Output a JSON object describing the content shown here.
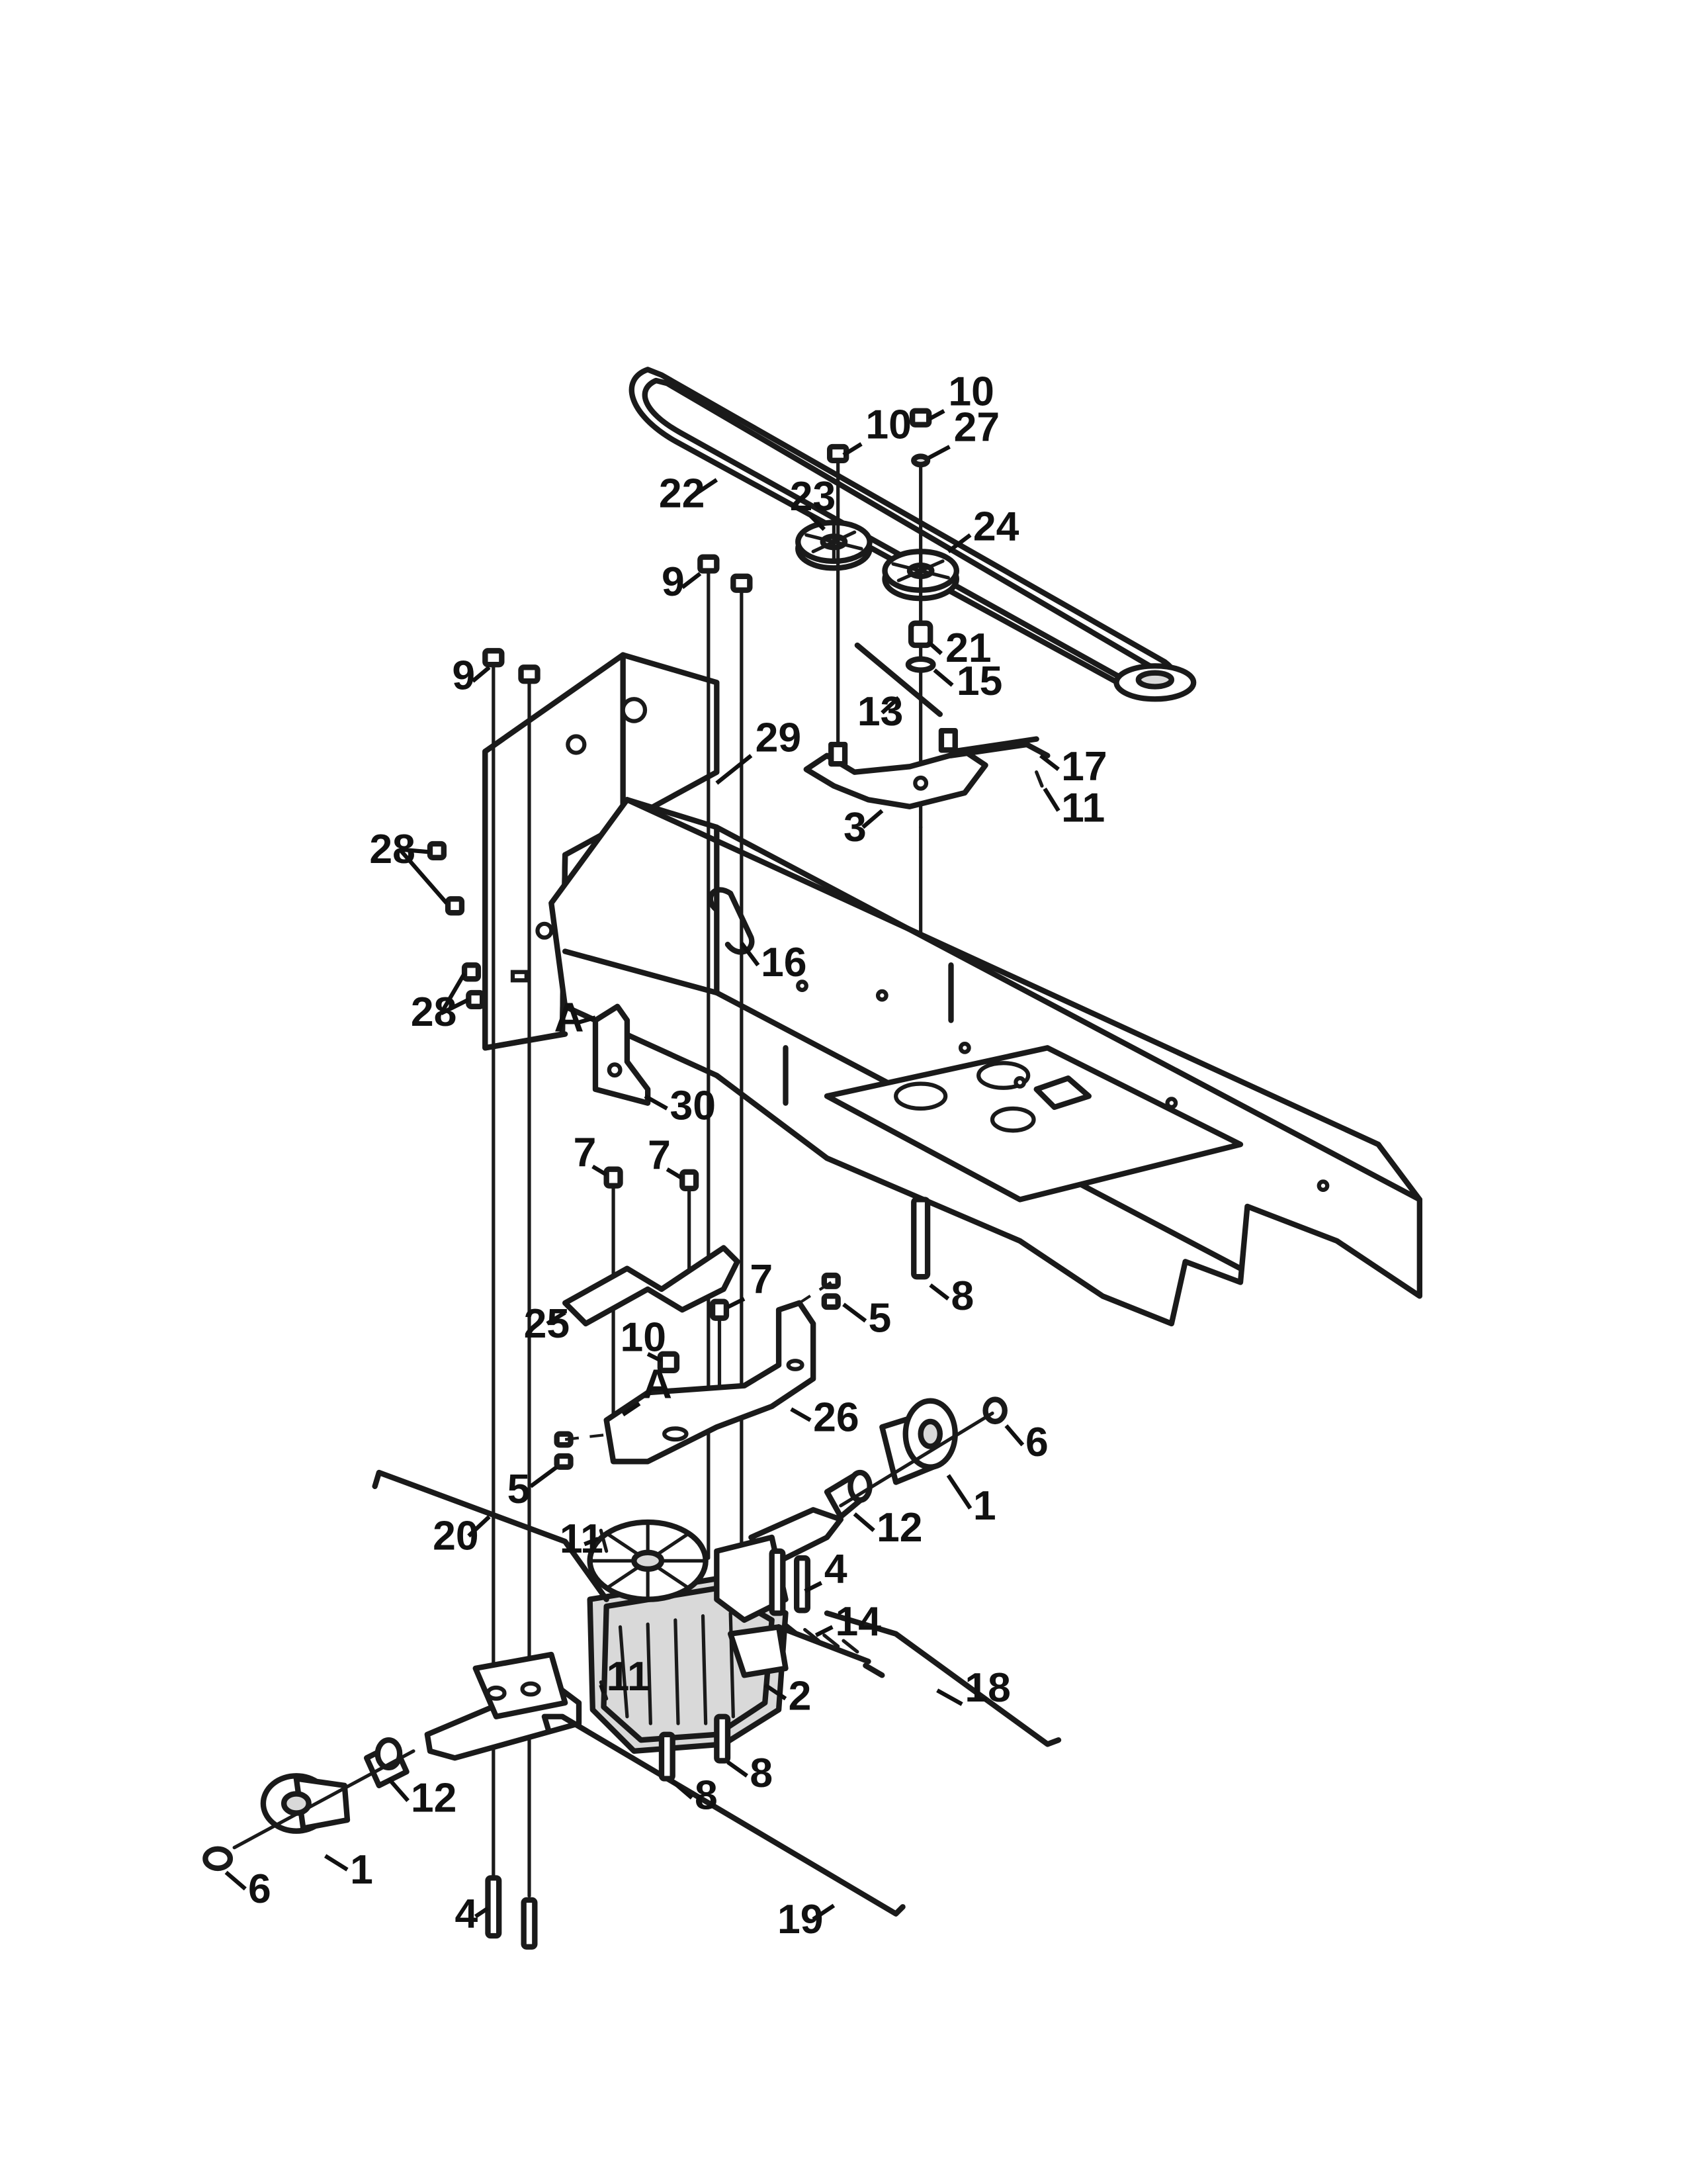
{
  "callouts": [
    {
      "num": "10"
    },
    {
      "num": "10"
    },
    {
      "num": "27"
    },
    {
      "num": "22"
    },
    {
      "num": "23"
    },
    {
      "num": "24"
    },
    {
      "num": "9"
    },
    {
      "num": "9"
    },
    {
      "num": "21"
    },
    {
      "num": "15"
    },
    {
      "num": "13"
    },
    {
      "num": "29"
    },
    {
      "num": "17"
    },
    {
      "num": "11"
    },
    {
      "num": "3"
    },
    {
      "num": "28"
    },
    {
      "num": "28"
    },
    {
      "num": "16"
    },
    {
      "num": "A"
    },
    {
      "num": "30"
    },
    {
      "num": "7"
    },
    {
      "num": "7"
    },
    {
      "num": "7"
    },
    {
      "num": "8"
    },
    {
      "num": "25"
    },
    {
      "num": "5"
    },
    {
      "num": "10"
    },
    {
      "num": "A"
    },
    {
      "num": "26"
    },
    {
      "num": "6"
    },
    {
      "num": "5"
    },
    {
      "num": "1"
    },
    {
      "num": "20"
    },
    {
      "num": "11"
    },
    {
      "num": "12"
    },
    {
      "num": "4"
    },
    {
      "num": "14"
    },
    {
      "num": "11"
    },
    {
      "num": "2"
    },
    {
      "num": "18"
    },
    {
      "num": "8"
    },
    {
      "num": "8"
    },
    {
      "num": "12"
    },
    {
      "num": "1"
    },
    {
      "num": "6"
    },
    {
      "num": "4"
    },
    {
      "num": "19"
    }
  ]
}
